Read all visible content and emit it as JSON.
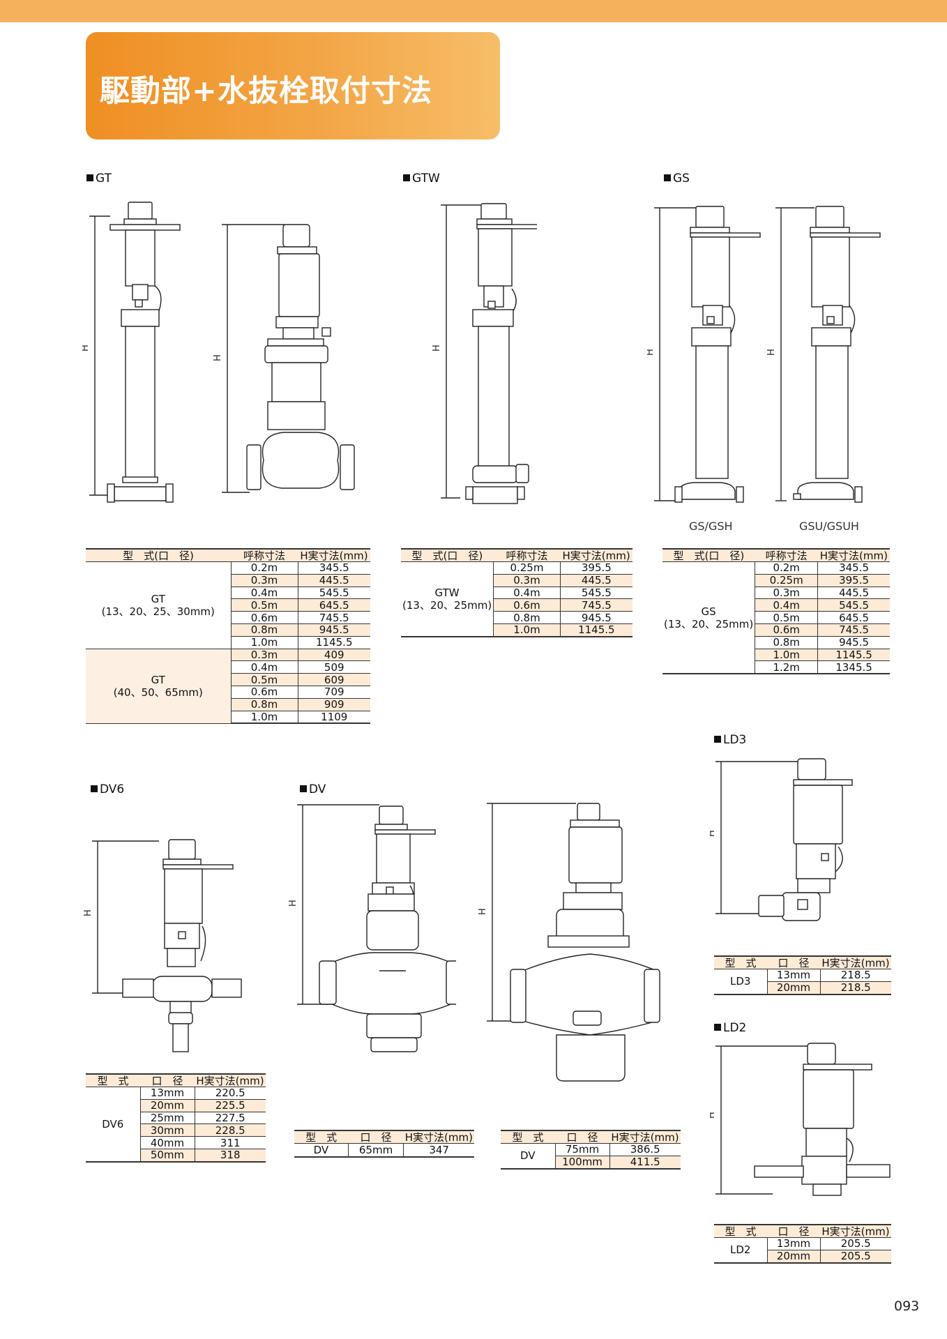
{
  "page_title": "駆動部+水抜栓取付寸法",
  "page_number": "093",
  "dimension_label": "H",
  "colors": {
    "accent": "#f39a2e",
    "row_shade": "#fdebd7"
  },
  "sections": {
    "gt": "GT",
    "gtw": "GTW",
    "gs": "GS",
    "dv6": "DV6",
    "dv": "DV",
    "ld3": "LD3",
    "ld2": "LD2"
  },
  "captions": {
    "gs_left": "GS/GSH",
    "gs_right": "GSU/GSUH"
  },
  "tables": {
    "gt": {
      "headers": [
        "型　式(口　径)",
        "呼称寸法",
        "H実寸法(mm)"
      ],
      "groups": [
        {
          "model": "GT",
          "sizes": "(13、20、25、30mm)",
          "rows": [
            [
              "0.2m",
              "345.5"
            ],
            [
              "0.3m",
              "445.5"
            ],
            [
              "0.4m",
              "545.5"
            ],
            [
              "0.5m",
              "645.5"
            ],
            [
              "0.6m",
              "745.5"
            ],
            [
              "0.8m",
              "945.5"
            ],
            [
              "1.0m",
              "1145.5"
            ]
          ]
        },
        {
          "model": "GT",
          "sizes": "(40、50、65mm)",
          "rows": [
            [
              "0.3m",
              "409"
            ],
            [
              "0.4m",
              "509"
            ],
            [
              "0.5m",
              "609"
            ],
            [
              "0.6m",
              "709"
            ],
            [
              "0.8m",
              "909"
            ],
            [
              "1.0m",
              "1109"
            ]
          ]
        }
      ]
    },
    "gtw": {
      "headers": [
        "型　式(口　径)",
        "呼称寸法",
        "H実寸法(mm)"
      ],
      "groups": [
        {
          "model": "GTW",
          "sizes": "(13、20、25mm)",
          "rows": [
            [
              "0.25m",
              "395.5"
            ],
            [
              "0.3m",
              "445.5"
            ],
            [
              "0.4m",
              "545.5"
            ],
            [
              "0.6m",
              "745.5"
            ],
            [
              "0.8m",
              "945.5"
            ],
            [
              "1.0m",
              "1145.5"
            ]
          ]
        }
      ]
    },
    "gs": {
      "headers": [
        "型　式(口　径)",
        "呼称寸法",
        "H実寸法(mm)"
      ],
      "groups": [
        {
          "model": "GS",
          "sizes": "(13、20、25mm)",
          "rows": [
            [
              "0.2m",
              "345.5"
            ],
            [
              "0.25m",
              "395.5"
            ],
            [
              "0.3m",
              "445.5"
            ],
            [
              "0.4m",
              "545.5"
            ],
            [
              "0.5m",
              "645.5"
            ],
            [
              "0.6m",
              "745.5"
            ],
            [
              "0.8m",
              "945.5"
            ],
            [
              "1.0m",
              "1145.5"
            ],
            [
              "1.2m",
              "1345.5"
            ]
          ]
        }
      ]
    },
    "dv6": {
      "headers": [
        "型　式",
        "口　径",
        "H実寸法(mm)"
      ],
      "groups": [
        {
          "model": "DV6",
          "sizes": "",
          "rows": [
            [
              "13mm",
              "220.5"
            ],
            [
              "20mm",
              "225.5"
            ],
            [
              "25mm",
              "227.5"
            ],
            [
              "30mm",
              "228.5"
            ],
            [
              "40mm",
              "311"
            ],
            [
              "50mm",
              "318"
            ]
          ]
        }
      ]
    },
    "dv1": {
      "headers": [
        "型　式",
        "口　径",
        "H実寸法(mm)"
      ],
      "groups": [
        {
          "model": "DV",
          "sizes": "",
          "rows": [
            [
              "65mm",
              "347"
            ]
          ]
        }
      ]
    },
    "dv2": {
      "headers": [
        "型　式",
        "口　径",
        "H実寸法(mm)"
      ],
      "groups": [
        {
          "model": "DV",
          "sizes": "",
          "rows": [
            [
              "75mm",
              "386.5"
            ],
            [
              "100mm",
              "411.5"
            ]
          ]
        }
      ]
    },
    "ld3": {
      "headers": [
        "型　式",
        "口　径",
        "H実寸法(mm)"
      ],
      "groups": [
        {
          "model": "LD3",
          "sizes": "",
          "rows": [
            [
              "13mm",
              "218.5"
            ],
            [
              "20mm",
              "218.5"
            ]
          ]
        }
      ]
    },
    "ld2": {
      "headers": [
        "型　式",
        "口　径",
        "H実寸法(mm)"
      ],
      "groups": [
        {
          "model": "LD2",
          "sizes": "",
          "rows": [
            [
              "13mm",
              "205.5"
            ],
            [
              "20mm",
              "205.5"
            ]
          ]
        }
      ]
    }
  }
}
